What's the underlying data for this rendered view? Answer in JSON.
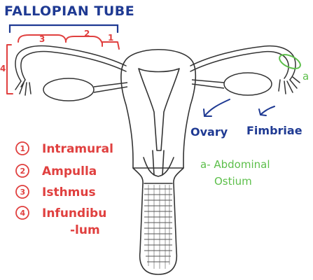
{
  "title": "FALLOPIAN TUBE",
  "colors": {
    "title": "#1f3a93",
    "red": "#e0403f",
    "blue": "#1f3a93",
    "green": "#5cbf4a",
    "line": "#333333"
  },
  "bracket_numbers": [
    "3",
    "2",
    "1",
    "4"
  ],
  "green_marker": "a",
  "legend": [
    {
      "num": "1",
      "text": "Intramural"
    },
    {
      "num": "2",
      "text": "Ampulla"
    },
    {
      "num": "3",
      "text": "Isthmus"
    },
    {
      "num": "4",
      "text": "Infundibu",
      "text2": "-lum"
    }
  ],
  "labels": {
    "ovary": "Ovary",
    "fimbriae": "Fimbriae",
    "abdominal_line1": "a- Abdominal",
    "abdominal_line2": "Ostium"
  }
}
